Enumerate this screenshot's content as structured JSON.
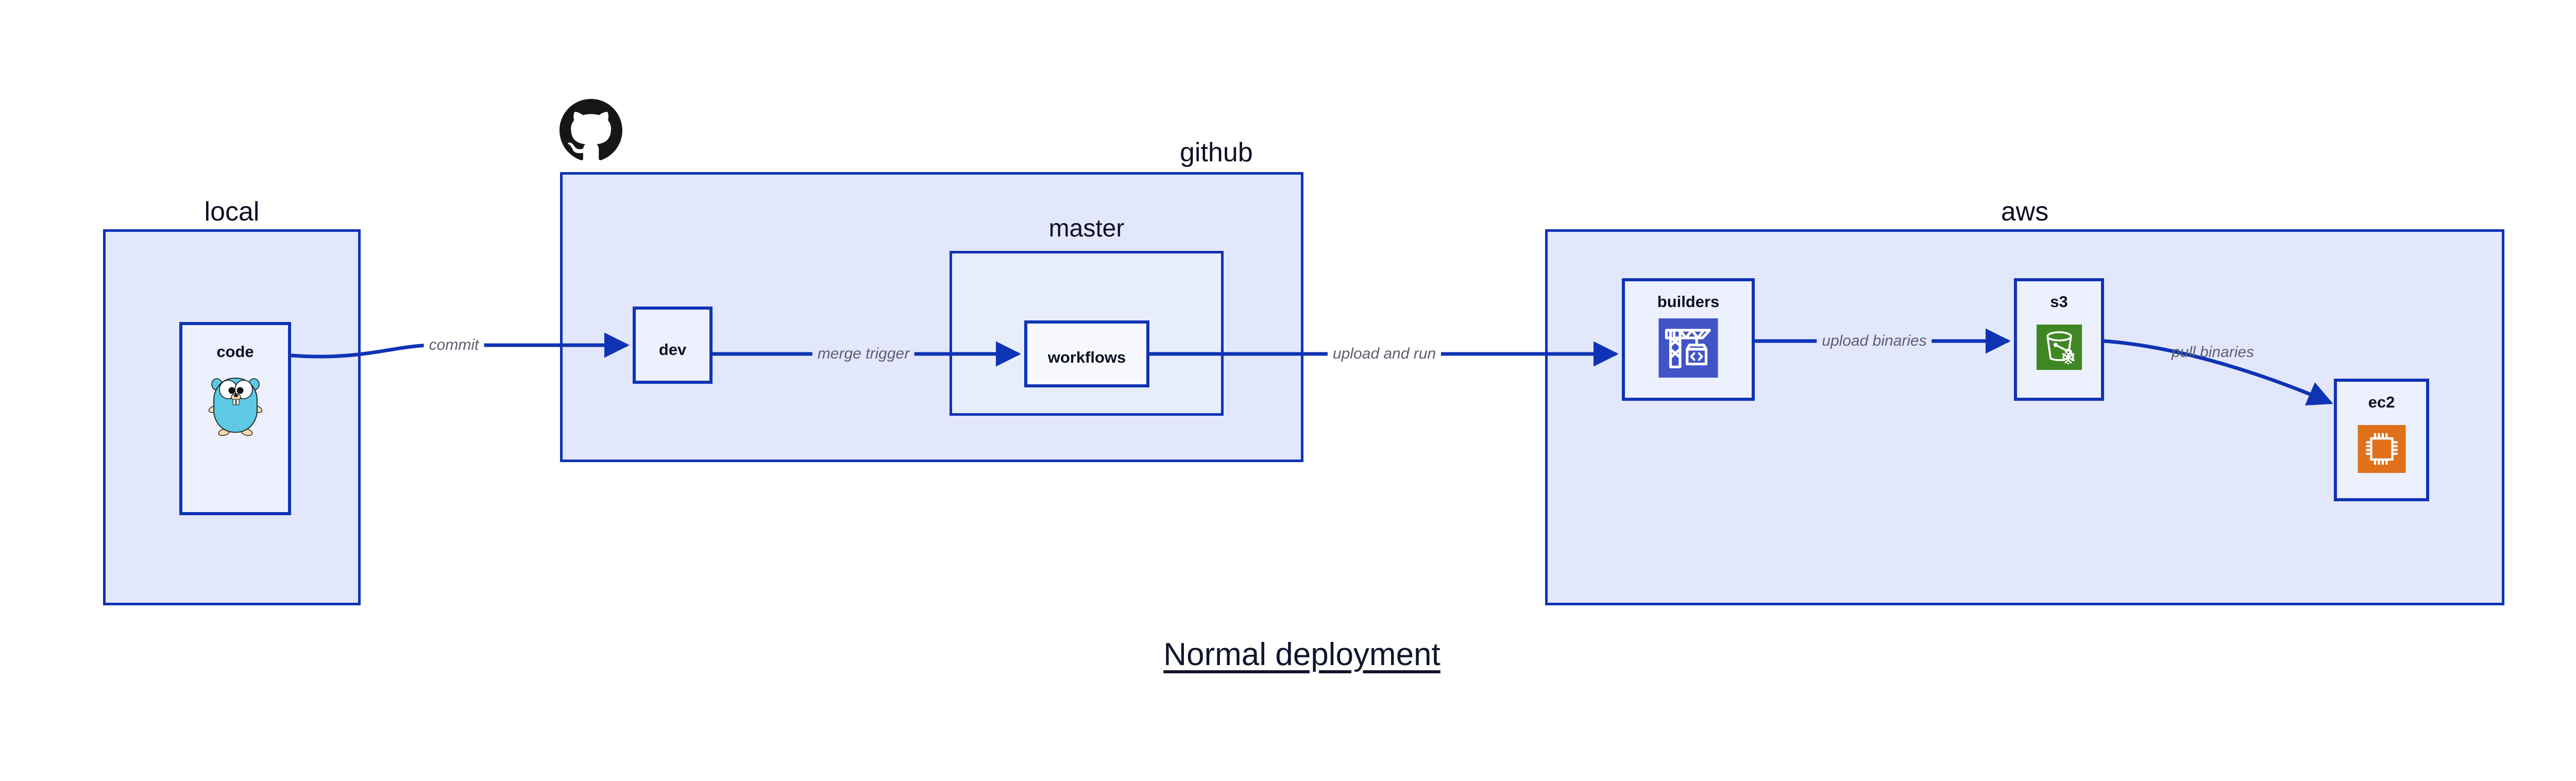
{
  "diagram": {
    "title": "Normal deployment",
    "accent_color": "#0f33b5",
    "group_fill": "#e2e7fb",
    "subgroup_fill": "#e8edfb",
    "node_fill": "#edf1fd",
    "label_color": "#0d1024",
    "edge_label_color": "#5b5f6e"
  },
  "groups": {
    "local": {
      "label": "local"
    },
    "github": {
      "label": "github"
    },
    "master": {
      "label": "master"
    },
    "aws": {
      "label": "aws"
    }
  },
  "nodes": {
    "code": {
      "label": "code",
      "icon": "go-gopher-icon"
    },
    "dev": {
      "label": "dev",
      "icon": "none"
    },
    "workflows": {
      "label": "workflows",
      "icon": "none"
    },
    "builders": {
      "label": "builders",
      "icon": "aws-codebuild-icon",
      "icon_color": "#4054c8"
    },
    "s3": {
      "label": "s3",
      "icon": "aws-s3-glacier-icon",
      "icon_color": "#3f8624"
    },
    "ec2": {
      "label": "ec2",
      "icon": "aws-ec2-icon",
      "icon_color": "#e0701a"
    }
  },
  "edges": [
    {
      "id": "code-to-dev",
      "label": "commit",
      "from": "code",
      "to": "dev"
    },
    {
      "id": "dev-to-workflows",
      "label": "merge trigger",
      "from": "dev",
      "to": "workflows"
    },
    {
      "id": "workflows-to-builders",
      "label": "upload and run",
      "from": "workflows",
      "to": "builders"
    },
    {
      "id": "builders-to-s3",
      "label": "upload binaries",
      "from": "builders",
      "to": "s3"
    },
    {
      "id": "s3-to-ec2",
      "label": "pull binaries",
      "from": "s3",
      "to": "ec2"
    }
  ],
  "icons": {
    "github_mark": "github-octocat-icon"
  }
}
